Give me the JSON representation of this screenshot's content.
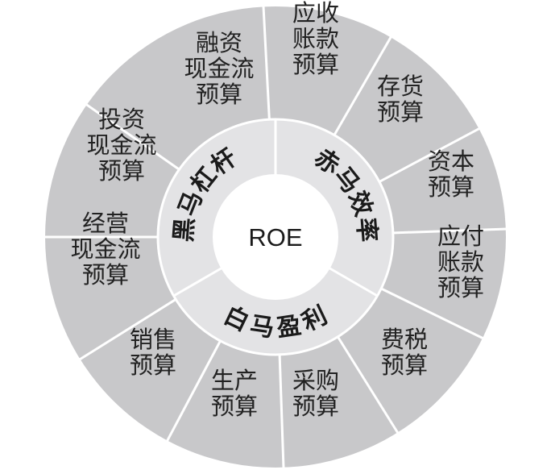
{
  "center": {
    "label": "ROE"
  },
  "inner_ring": [
    {
      "label": "赤马效率"
    },
    {
      "label": "白马盈利"
    },
    {
      "label": "黑马杠杆"
    }
  ],
  "outer_segments": [
    {
      "lines": [
        "应收",
        "账款",
        "预算"
      ]
    },
    {
      "lines": [
        "存货",
        "预算"
      ]
    },
    {
      "lines": [
        "资本",
        "预算"
      ]
    },
    {
      "lines": [
        "应付",
        "账款",
        "预算"
      ]
    },
    {
      "lines": [
        "费税",
        "预算"
      ]
    },
    {
      "lines": [
        "采购",
        "预算"
      ]
    },
    {
      "lines": [
        "生产",
        "预算"
      ]
    },
    {
      "lines": [
        "销售",
        "预算"
      ]
    },
    {
      "lines": [
        "经营",
        "现金流",
        "预算"
      ]
    },
    {
      "lines": [
        "投资",
        "现金流",
        "预算"
      ]
    },
    {
      "lines": [
        "融资",
        "现金流",
        "预算"
      ]
    }
  ],
  "colors": {
    "outer_fill": "#c8c8ca",
    "inner_fill": "#e3e3e5",
    "center_fill": "#ffffff",
    "divider": "#ffffff"
  }
}
